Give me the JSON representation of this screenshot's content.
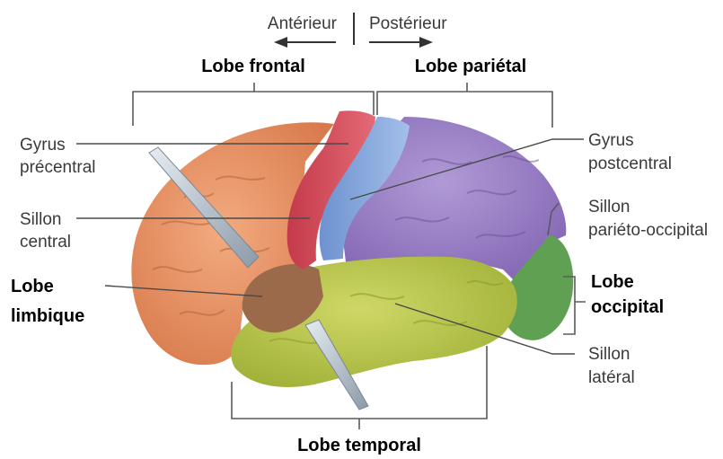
{
  "orientation": {
    "anterior": "Antérieur",
    "posterior": "Postérieur"
  },
  "lobes": {
    "frontal": "Lobe frontal",
    "parietal": "Lobe pariétal",
    "limbic_line1": "Lobe",
    "limbic_line2": "limbique",
    "occipital_line1": "Lobe",
    "occipital_line2": "occipital",
    "temporal": "Lobe temporal"
  },
  "labels": {
    "precentral_1": "Gyrus",
    "precentral_2": "précentral",
    "central_1": "Sillon",
    "central_2": "central",
    "postcentral_1": "Gyrus",
    "postcentral_2": "postcentral",
    "parieto_1": "Sillon",
    "parieto_2": "pariéto-occipital",
    "lateral_1": "Sillon",
    "lateral_2": "latéral"
  },
  "colors": {
    "frontal": "#e8956a",
    "precentral": "#d9505e",
    "postcentral": "#7ea3dc",
    "parietal": "#9d82c6",
    "occipital": "#5fa052",
    "temporal": "#b8c74a",
    "limbic": "#9a6a4a"
  }
}
